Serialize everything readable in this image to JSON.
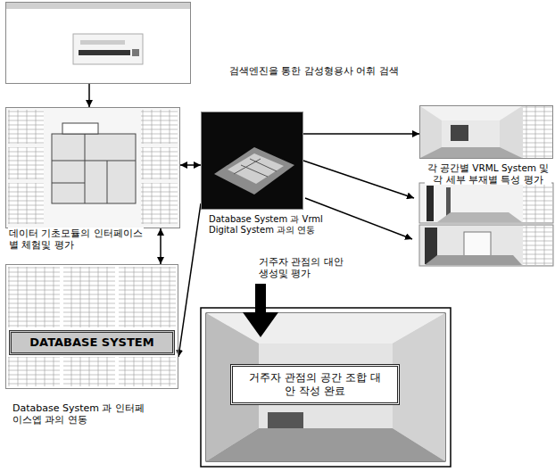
{
  "diagram": {
    "nodes": [
      {
        "text": [
          "검색엔진을 통한 감성형용사 어휘 검색"
        ]
      },
      {
        "text": [
          "데이터 기초모듈의 인터페이스별 체험및 평가"
        ]
      },
      {
        "text": [
          "Database System 과 Vrml Digital System 과의 연동"
        ]
      },
      {
        "text": [
          "각 공간별 VRML System 및 각 세부 부재별 특성 평가"
        ]
      },
      {
        "text": [
          "Database System 과 인터페이스엡 과의 연동"
        ]
      },
      {
        "text": [
          "DATABASE SYSTEM"
        ],
        "in": 4
      },
      {
        "text": [
          "거주자 관점의 공간 조합 대안 작성 완료"
        ]
      }
    ],
    "edges": [
      {
        "from": 0,
        "to": 1,
        "arrow": "to"
      },
      {
        "from": 1,
        "to": 2,
        "arrow": "both"
      },
      {
        "from": 2,
        "to": 3,
        "arrow": "to"
      },
      {
        "from": 1,
        "to": 4,
        "arrow": "both"
      },
      {
        "from": 2,
        "to": 4,
        "arrow": "to"
      }
    ],
    "labels": [
      "거주자 관점의 대안 생성및 평가"
    ]
  }
}
